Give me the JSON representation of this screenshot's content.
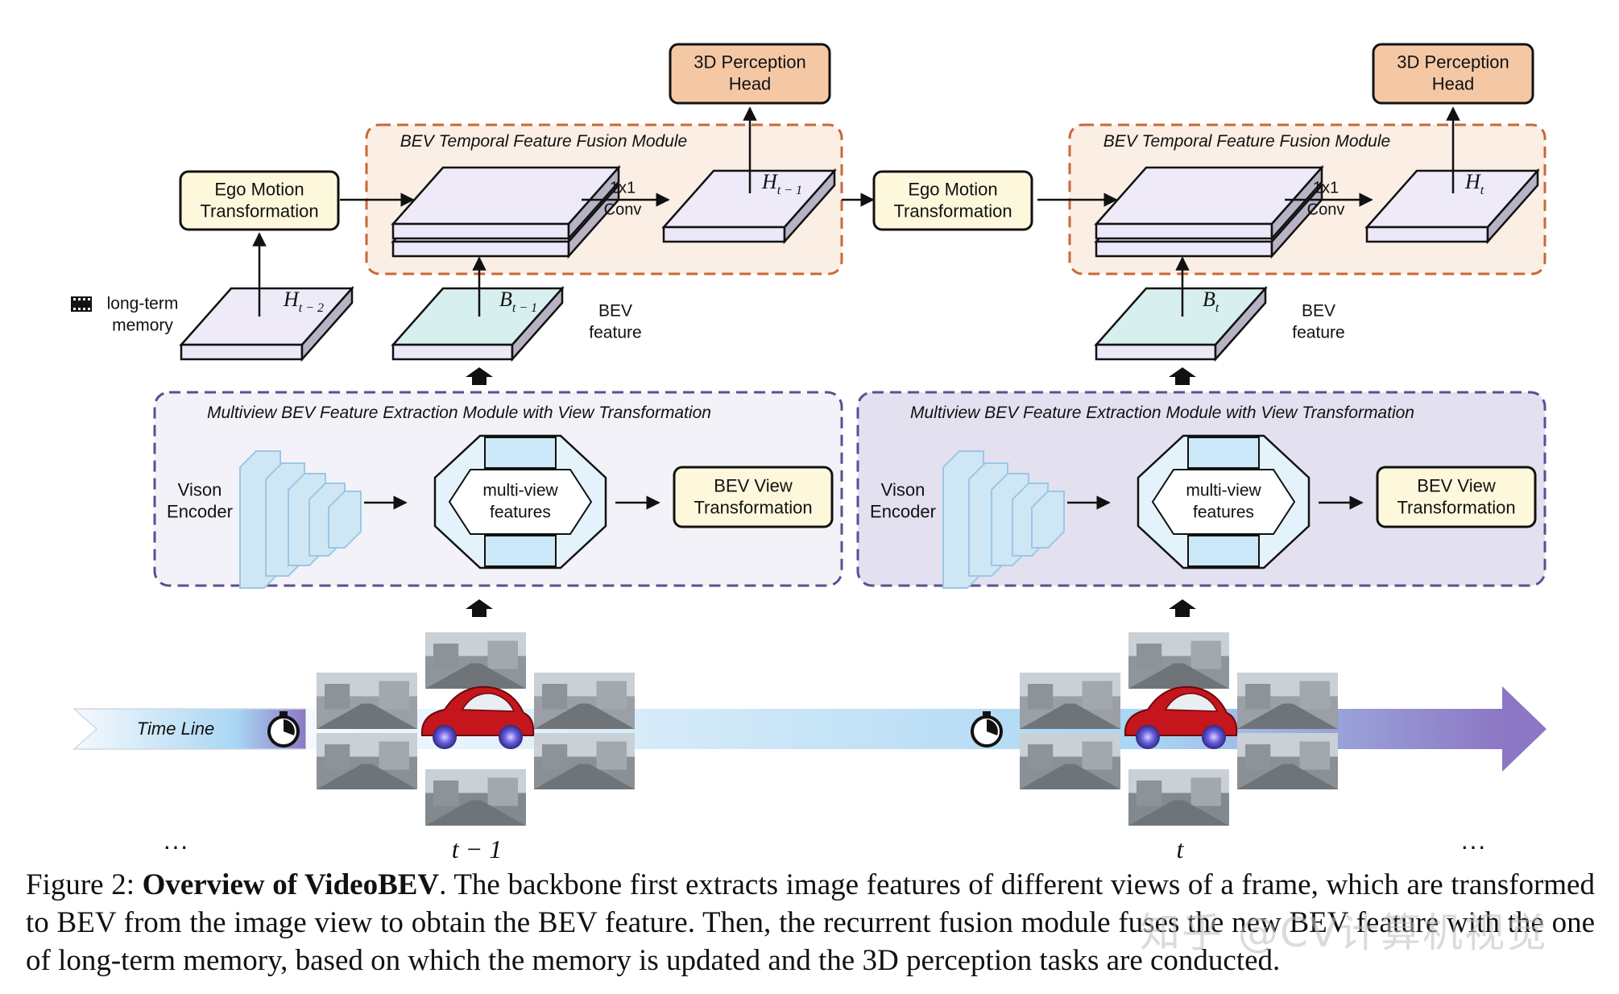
{
  "perception_head": "3D Perception\nHead",
  "fusion_module_title": "BEV Temporal Feature Fusion Module",
  "ego_motion": "Ego Motion\nTransformation",
  "conv": "1x1\nConv",
  "long_term_memory": "long-term\nmemory",
  "bev_feature": "BEV\nfeature",
  "extraction_module_title": "Multiview BEV Feature Extraction Module with View Transformation",
  "vision_encoder": "Vison\nEncoder",
  "multiview_features": "multi-view\nfeatures",
  "bev_view_transformation": "BEV View\nTransformation",
  "time_line": "Time Line",
  "ellipsis": "···",
  "frames": [
    {
      "label": "t − 1",
      "bev_symbol": "B",
      "bev_sub": "t − 1",
      "hidden_symbol": "H",
      "hidden_sub": "t − 1",
      "memory_symbol": "H",
      "memory_sub": "t − 2"
    },
    {
      "label": "t",
      "bev_symbol": "B",
      "bev_sub": "t",
      "hidden_symbol": "H",
      "hidden_sub": "t"
    }
  ],
  "caption": {
    "prefix": "Figure 2: ",
    "bold": "Overview of VideoBEV",
    "text": ". The backbone first extracts image features of different views of a frame, which are transformed to BEV from the image view to obtain the BEV feature. Then, the recurrent fusion module fuses the new BEV feature with the one of long-term memory, based on which the memory is updated and the 3D perception tasks are conducted."
  },
  "watermark": "知乎 @CV计算机视觉",
  "colors": {
    "fusion_fill": "#fbeee4",
    "fusion_border": "#c8683a",
    "extract_fill_left": "#f3f2f8",
    "extract_fill_right": "#e3e1f0",
    "extract_border": "#5a4f93",
    "head_fill": "#f5c8a5",
    "ego_fill": "#fdf8dc",
    "plate_top": "#eeeaf8",
    "bev_top": "#d8efef",
    "timeline_start": "#f5f9fd",
    "timeline_mid": "#a9d6f3",
    "timeline_end": "#8c77c4"
  }
}
